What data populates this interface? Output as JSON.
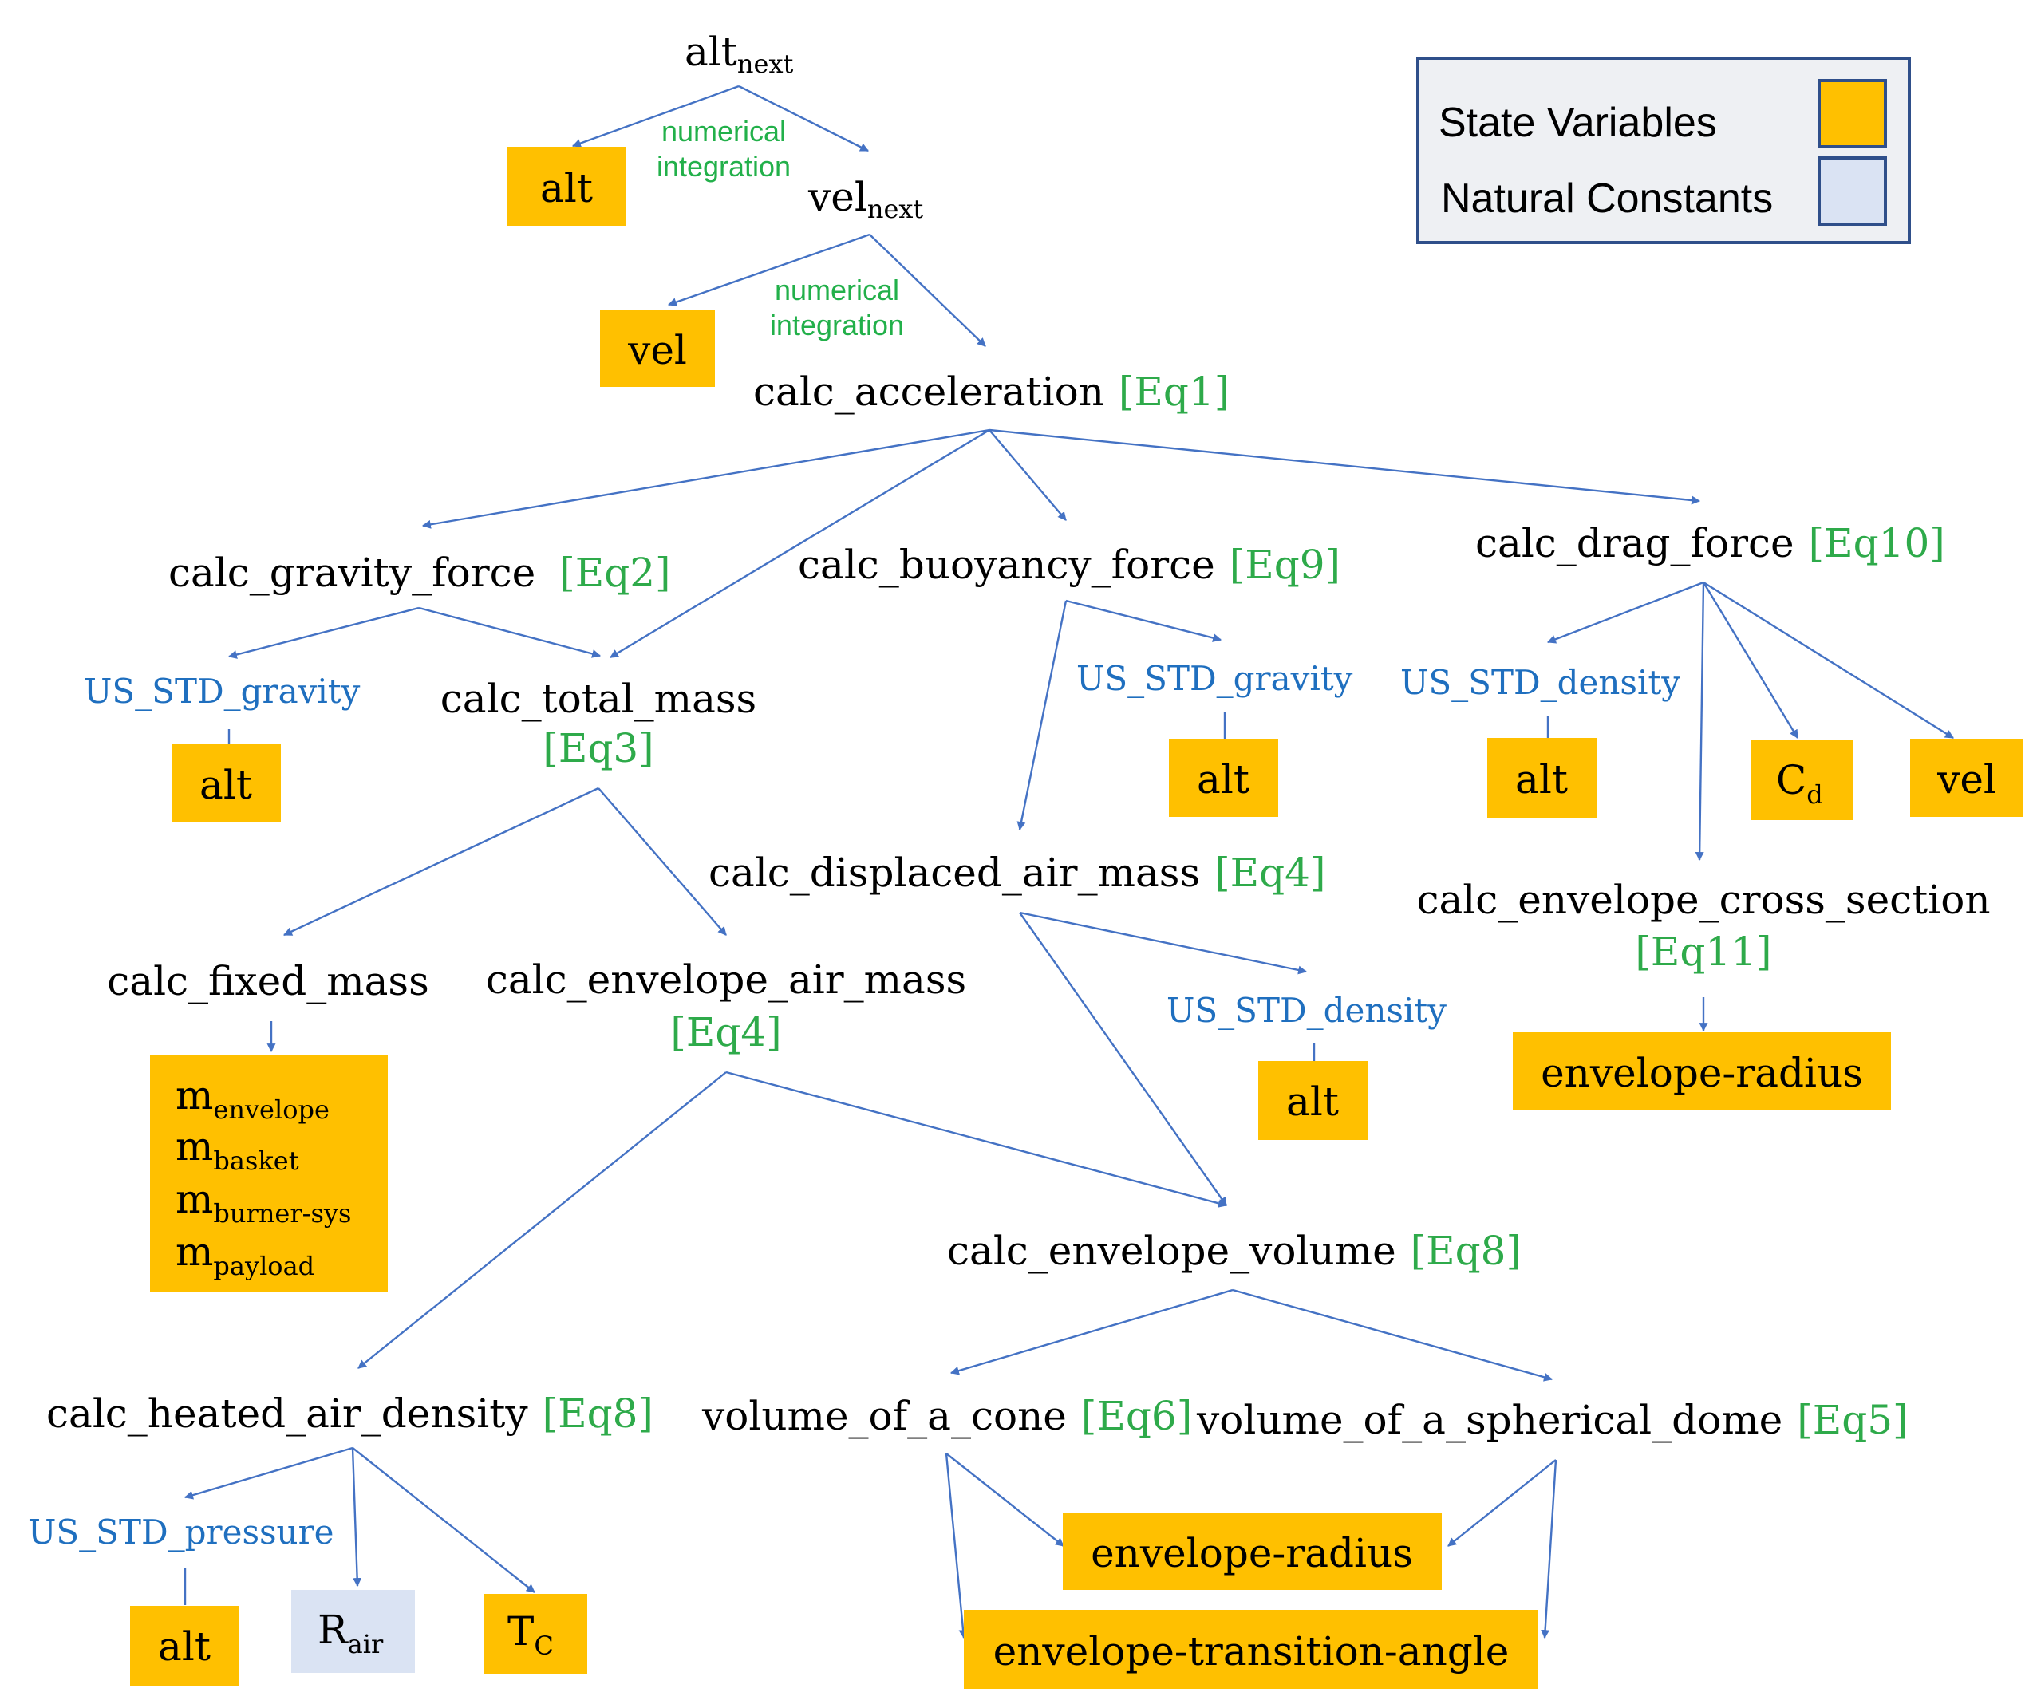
{
  "legend": {
    "state_label": "State Variables",
    "constant_label": "Natural Constants",
    "state_color": "#ffc000",
    "constant_color": "#dae3f3"
  },
  "colors": {
    "state": "#ffc000",
    "constant": "#dae3f3",
    "edge": "#4472c4",
    "equation": "#2eaa4a",
    "us_std": "#1f6fbf",
    "note": "#22b04a"
  },
  "nodes": {
    "alt_next": {
      "base": "alt",
      "sub": "next"
    },
    "vel_next": {
      "base": "vel",
      "sub": "next"
    },
    "note1": {
      "line1": "numerical",
      "line2": "integration"
    },
    "note2": {
      "line1": "numerical",
      "line2": "integration"
    },
    "calc_acceleration": {
      "fn": "calc_acceleration",
      "eq": "[Eq1]"
    },
    "calc_gravity_force": {
      "fn": "calc_gravity_force",
      "eq": "[Eq2]"
    },
    "calc_buoyancy_force": {
      "fn": "calc_buoyancy_force",
      "eq": "[Eq9]"
    },
    "calc_drag_force": {
      "fn": "calc_drag_force",
      "eq": "[Eq10]"
    },
    "calc_total_mass": {
      "fn": "calc_total_mass",
      "eq": "[Eq3]"
    },
    "calc_displaced_air_mass": {
      "fn": "calc_displaced_air_mass",
      "eq": "[Eq4]"
    },
    "calc_envelope_cross_section": {
      "fn": "calc_envelope_cross_section",
      "eq": "[Eq11]"
    },
    "calc_fixed_mass": {
      "fn": "calc_fixed_mass"
    },
    "calc_envelope_air_mass": {
      "fn": "calc_envelope_air_mass",
      "eq": "[Eq4]"
    },
    "calc_envelope_volume": {
      "fn": "calc_envelope_volume",
      "eq": "[Eq8]"
    },
    "calc_heated_air_density": {
      "fn": "calc_heated_air_density",
      "eq": "[Eq8]"
    },
    "volume_of_a_cone": {
      "fn": "volume_of_a_cone",
      "eq": "[Eq6]"
    },
    "volume_of_a_spherical_dome": {
      "fn": "volume_of_a_spherical_dome",
      "eq": "[Eq5]"
    },
    "us_std_gravity_1": "US_STD_gravity",
    "us_std_gravity_2": "US_STD_gravity",
    "us_std_density_1": "US_STD_density",
    "us_std_density_2": "US_STD_density",
    "us_std_pressure": "US_STD_pressure"
  },
  "boxes": {
    "alt_top": "alt",
    "vel_top": "vel",
    "alt_gravity": "alt",
    "alt_buoyancy": "alt",
    "alt_drag": "alt",
    "cd": {
      "base": "C",
      "sub": "d"
    },
    "vel_drag": "vel",
    "envelope_radius_1": "envelope-radius",
    "alt_displaced": "alt",
    "fixed_mass_items": [
      {
        "base": "m",
        "sub": "envelope"
      },
      {
        "base": "m",
        "sub": "basket"
      },
      {
        "base": "m",
        "sub": "burner-sys"
      },
      {
        "base": "m",
        "sub": "payload"
      }
    ],
    "alt_pressure": "alt",
    "r_air": {
      "base": "R",
      "sub": "air"
    },
    "t_c": {
      "base": "T",
      "sub": "C"
    },
    "envelope_radius_2": "envelope-radius",
    "envelope_transition_angle": "envelope-transition-angle"
  }
}
